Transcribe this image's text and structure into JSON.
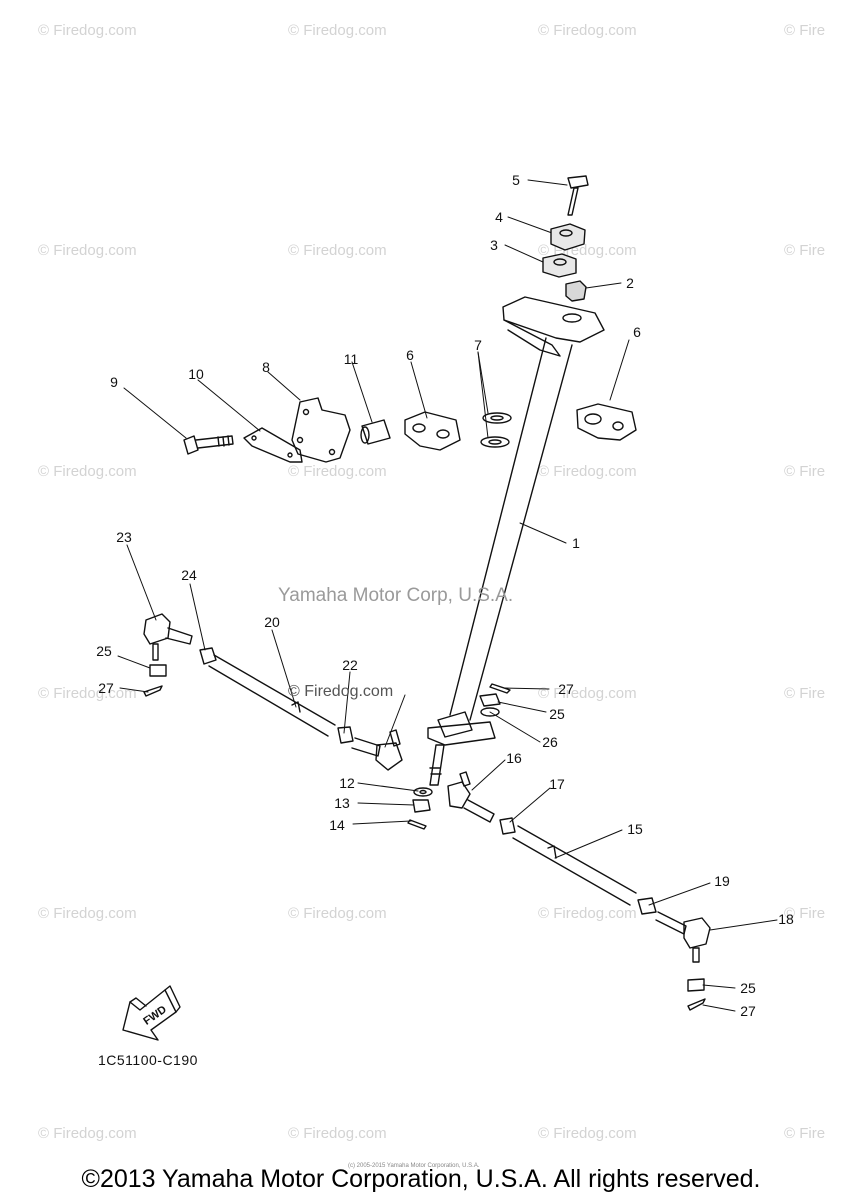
{
  "watermark": {
    "text": "© Firedog.com",
    "short_text": "© Fire"
  },
  "center_watermark": "Yamaha Motor Corp, U.S.A.",
  "mid_watermark": "© Firedog.com",
  "diagram_code": "1C51100-C190",
  "fwd_label": "FWD",
  "tiny_credit": "(c) 2005-2015 Yamaha Motor Corporation, U.S.A.",
  "copyright": "©2013 Yamaha Motor Corporation, U.S.A. All rights reserved.",
  "callouts": {
    "n1": "1",
    "n2": "2",
    "n3": "3",
    "n4": "4",
    "n5": "5",
    "n6a": "6",
    "n6b": "6",
    "n7": "7",
    "n8": "8",
    "n9": "9",
    "n10": "10",
    "n11": "11",
    "n12": "12",
    "n13": "13",
    "n14": "14",
    "n15": "15",
    "n16": "16",
    "n17": "17",
    "n18": "18",
    "n19": "19",
    "n20": "20",
    "n22": "22",
    "n23": "23",
    "n24": "24",
    "n25a": "25",
    "n25b": "25",
    "n25c": "25",
    "n26": "26",
    "n27a": "27",
    "n27b": "27",
    "n27c": "27"
  },
  "colors": {
    "line": "#111111",
    "watermark": "#d3d3d3"
  }
}
